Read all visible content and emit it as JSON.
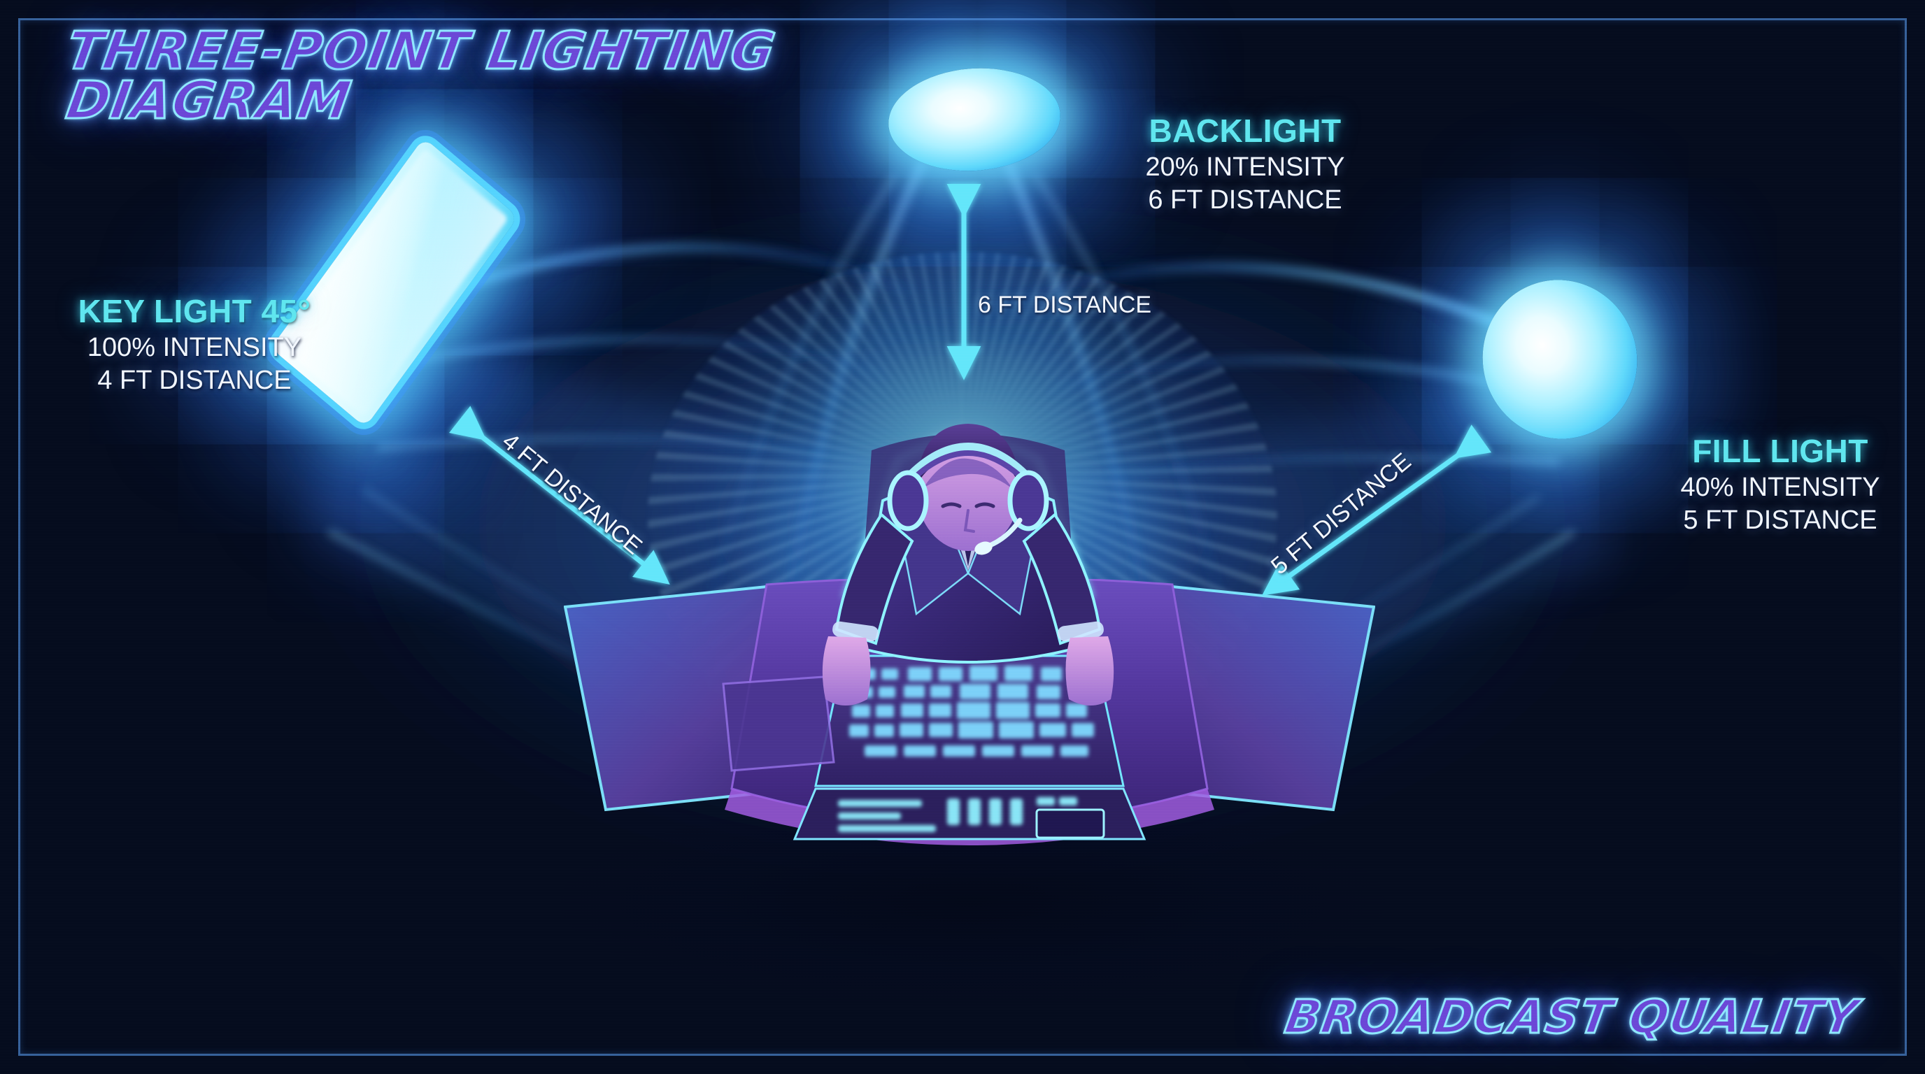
{
  "title": {
    "line1": "THREE-POINT LIGHTING",
    "line2": "DIAGRAM"
  },
  "footer": {
    "tagline": "BROADCAST QUALITY"
  },
  "colors": {
    "background_navy": "#0a1631",
    "accent_cyan": "#5fe6ef",
    "neon_purple": "#6b47d6",
    "neon_outline": "#8fe8ff",
    "arrow_cyan": "#5fe4f7",
    "text_white": "#f2f7ff",
    "frame_blue": "#5696e6"
  },
  "lights": [
    {
      "id": "key",
      "name": "KEY LIGHT 45°",
      "intensity": "100% INTENSITY",
      "distance": "4 FT DISTANCE",
      "fixture": "softbox-panel"
    },
    {
      "id": "back",
      "name": "BACKLIGHT",
      "intensity": "20% INTENSITY",
      "distance": "6 FT DISTANCE",
      "fixture": "round-lamp"
    },
    {
      "id": "fill",
      "name": "FILL LIGHT",
      "intensity": "40% INTENSITY",
      "distance": "5 FT DISTANCE",
      "fixture": "round-lamp"
    }
  ],
  "measurements": [
    {
      "id": "key-distance",
      "label": "4 FT DISTANCE",
      "orientation": "diagonal-down-right"
    },
    {
      "id": "back-distance",
      "label": "6 FT DISTANCE",
      "orientation": "vertical"
    },
    {
      "id": "fill-distance",
      "label": "5 FT DISTANCE",
      "orientation": "diagonal-down-left"
    }
  ],
  "scene": {
    "subject": "broadcast-operator-at-console",
    "subject_description": "Man in suit with headset leaning over a glowing control desk"
  }
}
